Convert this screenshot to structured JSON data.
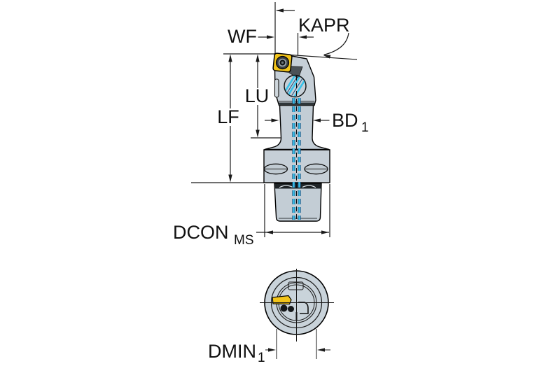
{
  "drawing": {
    "title": "tool-dimension-drawing",
    "labels": {
      "wf": "WF",
      "kapr": "KAPR",
      "lu": "LU",
      "lf": "LF",
      "bd": {
        "base": "BD",
        "sub": "1"
      },
      "dcon": {
        "base": "DCON",
        "sub": "MS"
      },
      "dmin": {
        "base": "DMIN",
        "sub": "1"
      }
    },
    "colors": {
      "background": "#ffffff",
      "body": "#c6cfd7",
      "body_light": "#cfd7dd",
      "body_mid": "#c3cdd5",
      "oval_fill": "#c0cad2",
      "circle_fill": "#c9d3da",
      "insert": "#f2c41a",
      "coolant": "#38c2ea",
      "coolant_dark": "#1a4a7a",
      "line": "#1a1a1a",
      "dark_band": "#1e2326",
      "joint_band": "#2e3538",
      "wedge": "#4b5257",
      "screw_outer": "#3a3f44",
      "screw_ring": "#9aa4ab",
      "screw_core": "#121416"
    }
  }
}
